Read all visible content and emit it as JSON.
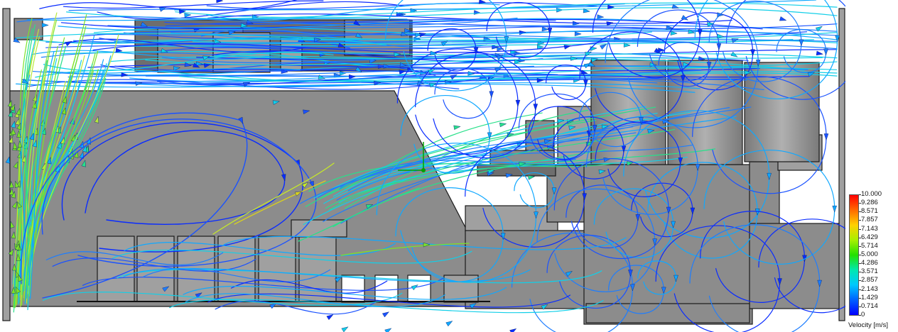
{
  "legend": {
    "title": "Velocity [m/s]",
    "ticks": [
      "10.000",
      "9.286",
      "8.571",
      "7.857",
      "7.143",
      "6.429",
      "5.714",
      "5.000",
      "4.286",
      "3.571",
      "2.857",
      "2.143",
      "1.429",
      "0.714",
      "0"
    ],
    "colors": [
      "#ff0000",
      "#ff6a00",
      "#ffd000",
      "#a8f000",
      "#22e000",
      "#00e8b0",
      "#00c8ff",
      "#0060ff",
      "#0000ff"
    ]
  },
  "colors": {
    "geometry": "#8c8c8c",
    "geometry_dark": "#6e6e6e",
    "geometry_light": "#a0a0a0",
    "edge": "#1a1a1a",
    "triad_x": "#00a000"
  }
}
